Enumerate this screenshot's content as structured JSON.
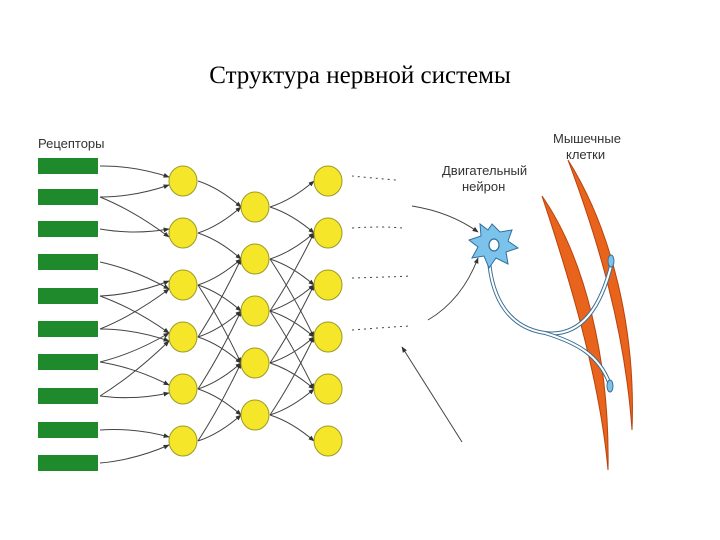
{
  "title": "Структура нервной системы",
  "labels": {
    "receptors": "Рецепторы",
    "motor_neuron_line1": "Двигательный",
    "motor_neuron_line2": "нейрон",
    "muscle_cells_line1": "Мышечные",
    "muscle_cells_line2": "клетки"
  },
  "colors": {
    "receptor": "#1f8a2c",
    "neuron": "#f5e62a",
    "neuron_outline": "#9b9b25",
    "motor_neuron": "#7cc3ec",
    "muscle": "#e8641c",
    "arrow": "#333333"
  }
}
